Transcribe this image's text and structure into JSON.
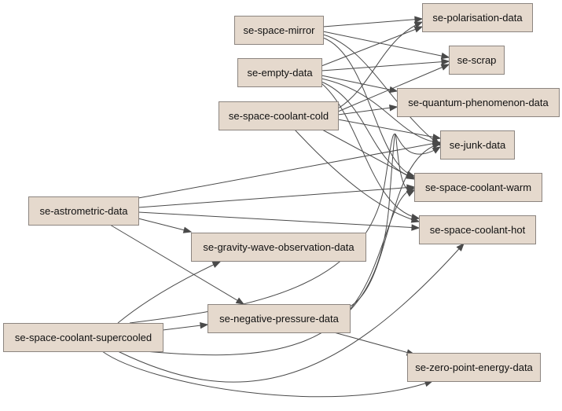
{
  "diagram": {
    "colors": {
      "node_fill": "#e5d9cd",
      "node_border": "#8c8580",
      "edge": "#4a4a4a",
      "text": "#111111"
    },
    "nodes": [
      {
        "id": "mirror",
        "label": "se-space-mirror"
      },
      {
        "id": "polar",
        "label": "se-polarisation-data"
      },
      {
        "id": "empty",
        "label": "se-empty-data"
      },
      {
        "id": "scrap",
        "label": "se-scrap"
      },
      {
        "id": "quantum",
        "label": "se-quantum-phenomenon-data"
      },
      {
        "id": "cold",
        "label": "se-space-coolant-cold"
      },
      {
        "id": "junk",
        "label": "se-junk-data"
      },
      {
        "id": "astro",
        "label": "se-astrometric-data"
      },
      {
        "id": "warm",
        "label": "se-space-coolant-warm"
      },
      {
        "id": "hot",
        "label": "se-space-coolant-hot"
      },
      {
        "id": "gravity",
        "label": "se-gravity-wave-observation-data"
      },
      {
        "id": "negp",
        "label": "se-negative-pressure-data"
      },
      {
        "id": "super",
        "label": "se-space-coolant-supercooled"
      },
      {
        "id": "zero",
        "label": "se-zero-point-energy-data"
      }
    ],
    "edges": [
      {
        "from": "mirror",
        "to": "polar"
      },
      {
        "from": "mirror",
        "to": "scrap"
      },
      {
        "from": "mirror",
        "to": "junk"
      },
      {
        "from": "mirror",
        "to": "warm"
      },
      {
        "from": "empty",
        "to": "polar"
      },
      {
        "from": "empty",
        "to": "scrap"
      },
      {
        "from": "empty",
        "to": "quantum"
      },
      {
        "from": "empty",
        "to": "junk"
      },
      {
        "from": "empty",
        "to": "warm"
      },
      {
        "from": "empty",
        "to": "hot"
      },
      {
        "from": "cold",
        "to": "polar"
      },
      {
        "from": "cold",
        "to": "scrap"
      },
      {
        "from": "cold",
        "to": "quantum"
      },
      {
        "from": "cold",
        "to": "junk"
      },
      {
        "from": "cold",
        "to": "warm"
      },
      {
        "from": "cold",
        "to": "hot"
      },
      {
        "from": "astro",
        "to": "junk"
      },
      {
        "from": "astro",
        "to": "warm"
      },
      {
        "from": "astro",
        "to": "hot"
      },
      {
        "from": "astro",
        "to": "gravity"
      },
      {
        "from": "astro",
        "to": "negp"
      },
      {
        "from": "super",
        "to": "gravity"
      },
      {
        "from": "super",
        "to": "negp"
      },
      {
        "from": "super",
        "to": "junk"
      },
      {
        "from": "super",
        "to": "warm"
      },
      {
        "from": "super",
        "to": "hot"
      },
      {
        "from": "super",
        "to": "zero"
      },
      {
        "from": "negp",
        "to": "junk"
      },
      {
        "from": "negp",
        "to": "warm"
      },
      {
        "from": "negp",
        "to": "zero"
      }
    ]
  }
}
